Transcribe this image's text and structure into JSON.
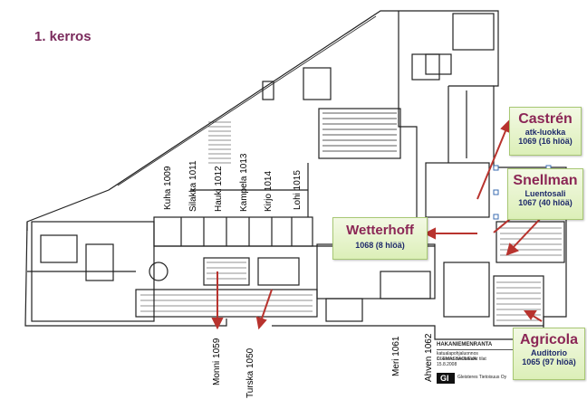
{
  "page": {
    "title": "1. kerros"
  },
  "rooms": {
    "kuha": "Kuha 1009",
    "silakka": "Silakka 1011",
    "hauki": "Hauki 1012",
    "kampela": "Kampela 1013",
    "kirjo": "Kirjo 1014",
    "lohi": "Lohi 1015",
    "monni": "Monni 1059",
    "turska": "Turska 1050",
    "meri": "Meri 1061",
    "ahven": "Ahven 1062"
  },
  "callouts": {
    "castren": {
      "name": "Castrén",
      "sub": "atk-luokka",
      "seats": "1069 (16 hlöä)"
    },
    "snellman": {
      "name": "Snellman",
      "sub": "Luentosali",
      "seats": "1067 (40 hlöä)"
    },
    "wetterhoff": {
      "name": "Wetterhoff",
      "seats": "1068 (8 hlöä)"
    },
    "agricola": {
      "name": "Agricola",
      "sub": "Auditorio",
      "seats": "1065 (97 hlöä)"
    }
  },
  "titleblock": {
    "project": "HAKANIEMENRANTA",
    "line1": "katualapohjaluonnos OLEMASSAOLEVA",
    "line2": "1. kerros muutetavat tilat",
    "date": "15.8.2008",
    "logo": "GI",
    "company": "Gleisteres Tietoisuus Oy"
  },
  "colors": {
    "title": "#7a2a5c",
    "callout_name": "#8b2655",
    "callout_text": "#1e2a6a",
    "arrow": "#b8332e",
    "callout_fill": "#e6f3cc"
  }
}
